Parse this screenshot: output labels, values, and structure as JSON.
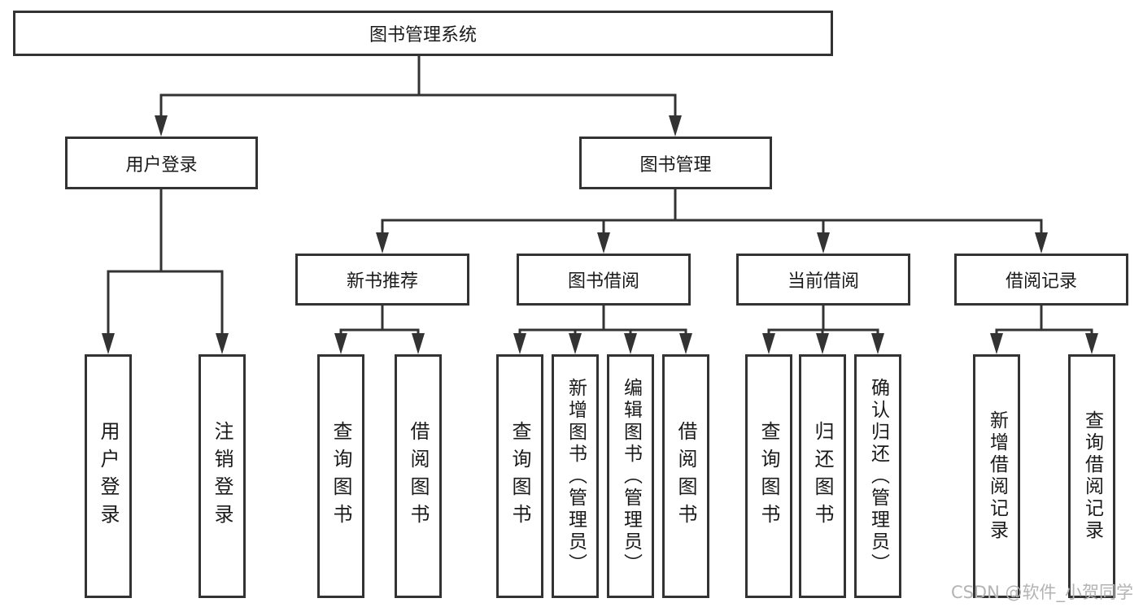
{
  "diagram": {
    "tree": {
      "label": "图书管理系统",
      "children": [
        {
          "label": "用户登录",
          "children": [
            {
              "label": "用户登录"
            },
            {
              "label": "注销登录"
            }
          ]
        },
        {
          "label": "图书管理",
          "children": [
            {
              "label": "新书推荐",
              "children": [
                {
                  "label": "查询图书"
                },
                {
                  "label": "借阅图书"
                }
              ]
            },
            {
              "label": "图书借阅",
              "children": [
                {
                  "label": "查询图书"
                },
                {
                  "label": "新增图书（管理员）"
                },
                {
                  "label": "编辑图书（管理员）"
                },
                {
                  "label": "借阅图书"
                }
              ]
            },
            {
              "label": "当前借阅",
              "children": [
                {
                  "label": "查询图书"
                },
                {
                  "label": "归还图书"
                },
                {
                  "label": "确认归还（管理员）"
                }
              ]
            },
            {
              "label": "借阅记录",
              "children": [
                {
                  "label": "新增借阅记录"
                },
                {
                  "label": "查询借阅记录"
                }
              ]
            }
          ]
        }
      ]
    },
    "colors": {
      "line": "#333333",
      "box_background": "#ffffff",
      "text": "#1a1a1a",
      "watermark": "#b3b3b3"
    }
  },
  "watermark": {
    "text": "CSDN @软件_小贺同学"
  }
}
